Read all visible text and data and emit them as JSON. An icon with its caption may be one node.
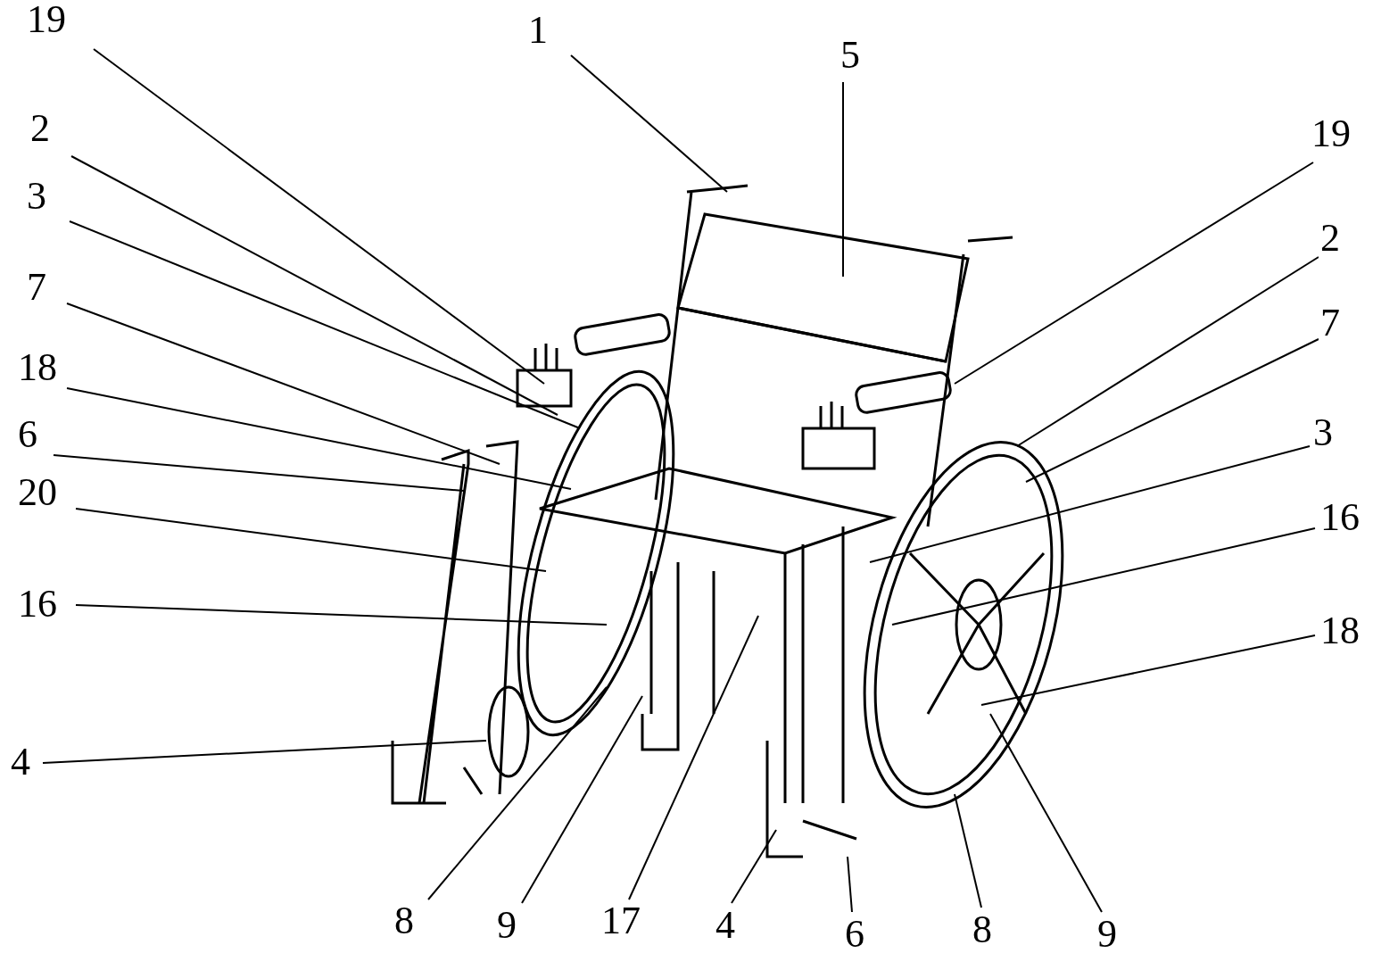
{
  "diagram": {
    "nodes": [
      {
        "text": [
          "19"
        ]
      },
      {
        "text": [
          "1"
        ]
      },
      {
        "text": [
          "5"
        ]
      },
      {
        "text": [
          "2"
        ]
      },
      {
        "text": [
          "19"
        ]
      },
      {
        "text": [
          "3"
        ]
      },
      {
        "text": [
          "2"
        ]
      },
      {
        "text": [
          "7"
        ]
      },
      {
        "text": [
          "7"
        ]
      },
      {
        "text": [
          "18"
        ]
      },
      {
        "text": [
          "6"
        ]
      },
      {
        "text": [
          "3"
        ]
      },
      {
        "text": [
          "20"
        ]
      },
      {
        "text": [
          "16"
        ]
      },
      {
        "text": [
          "16"
        ]
      },
      {
        "text": [
          "18"
        ]
      },
      {
        "text": [
          "4"
        ]
      },
      {
        "text": [
          "8"
        ]
      },
      {
        "text": [
          "9"
        ]
      },
      {
        "text": [
          "17"
        ]
      },
      {
        "text": [
          "4"
        ]
      },
      {
        "text": [
          "6"
        ]
      },
      {
        "text": [
          "8"
        ]
      },
      {
        "text": [
          "9"
        ]
      }
    ],
    "edges": [
      {
        "from": 0,
        "to": null,
        "arrow": "none"
      },
      {
        "from": 1,
        "to": null,
        "arrow": "none"
      },
      {
        "from": 2,
        "to": null,
        "arrow": "none"
      },
      {
        "from": 3,
        "to": null,
        "arrow": "none"
      },
      {
        "from": 4,
        "to": null,
        "arrow": "none"
      },
      {
        "from": 5,
        "to": null,
        "arrow": "none"
      },
      {
        "from": 6,
        "to": null,
        "arrow": "none"
      },
      {
        "from": 7,
        "to": null,
        "arrow": "none"
      },
      {
        "from": 8,
        "to": null,
        "arrow": "none"
      },
      {
        "from": 9,
        "to": null,
        "arrow": "none"
      },
      {
        "from": 10,
        "to": null,
        "arrow": "none"
      },
      {
        "from": 11,
        "to": null,
        "arrow": "none"
      },
      {
        "from": 12,
        "to": null,
        "arrow": "none"
      },
      {
        "from": 13,
        "to": null,
        "arrow": "none"
      },
      {
        "from": 14,
        "to": null,
        "arrow": "none"
      },
      {
        "from": 15,
        "to": null,
        "arrow": "none"
      },
      {
        "from": 16,
        "to": null,
        "arrow": "none"
      },
      {
        "from": 17,
        "to": null,
        "arrow": "none"
      },
      {
        "from": 18,
        "to": null,
        "arrow": "none"
      },
      {
        "from": 19,
        "to": null,
        "arrow": "none"
      },
      {
        "from": 20,
        "to": null,
        "arrow": "none"
      },
      {
        "from": 21,
        "to": null,
        "arrow": "none"
      },
      {
        "from": 22,
        "to": null,
        "arrow": "none"
      },
      {
        "from": 23,
        "to": null,
        "arrow": "none"
      }
    ]
  }
}
